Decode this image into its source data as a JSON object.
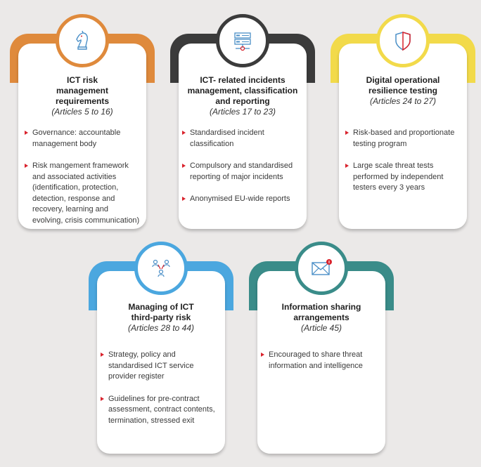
{
  "colors": {
    "background": "#ebe9e8",
    "orange": "#df8a3c",
    "dark": "#3b3b3b",
    "yellow": "#f2da4a",
    "blue": "#4ba7df",
    "teal": "#3a8c89",
    "bullet": "#d9232d"
  },
  "pillars": [
    {
      "icon": "chess-knight-icon",
      "name": "ICT risk management requirements",
      "articles": "(Articles 5 to 16)",
      "bullets": [
        "Governance: accountable management body",
        "Risk mangement framework and associated activities (identification, protection, detection, response and recovery, learning and evolving, crisis communication)"
      ]
    },
    {
      "icon": "server-icon",
      "name": "ICT- related incidents management, classification and reporting",
      "articles": "(Articles 17 to 23)",
      "bullets": [
        "Standardised incident classification",
        "Compulsory and standardised reporting of major incidents",
        "Anonymised EU-wide reports"
      ]
    },
    {
      "icon": "shield-icon",
      "name": "Digital operational resilience testing",
      "articles": "(Articles 24 to 27)",
      "bullets": [
        "Risk-based and proportionate testing program",
        "Large scale threat tests performed by independent testers every 3 years"
      ]
    },
    {
      "icon": "network-people-icon",
      "name": "Managing of ICT third-party risk",
      "articles": "(Articles 28 to 44)",
      "bullets": [
        "Strategy, policy and standardised ICT service provider register",
        "Guidelines for pre-contract assessment, contract contents, termination, stressed exit"
      ]
    },
    {
      "icon": "envelope-icon",
      "name": "Information sharing arrangements",
      "articles": "(Article 45)",
      "bullets": [
        "Encouraged to share threat information and intelligence"
      ]
    }
  ]
}
